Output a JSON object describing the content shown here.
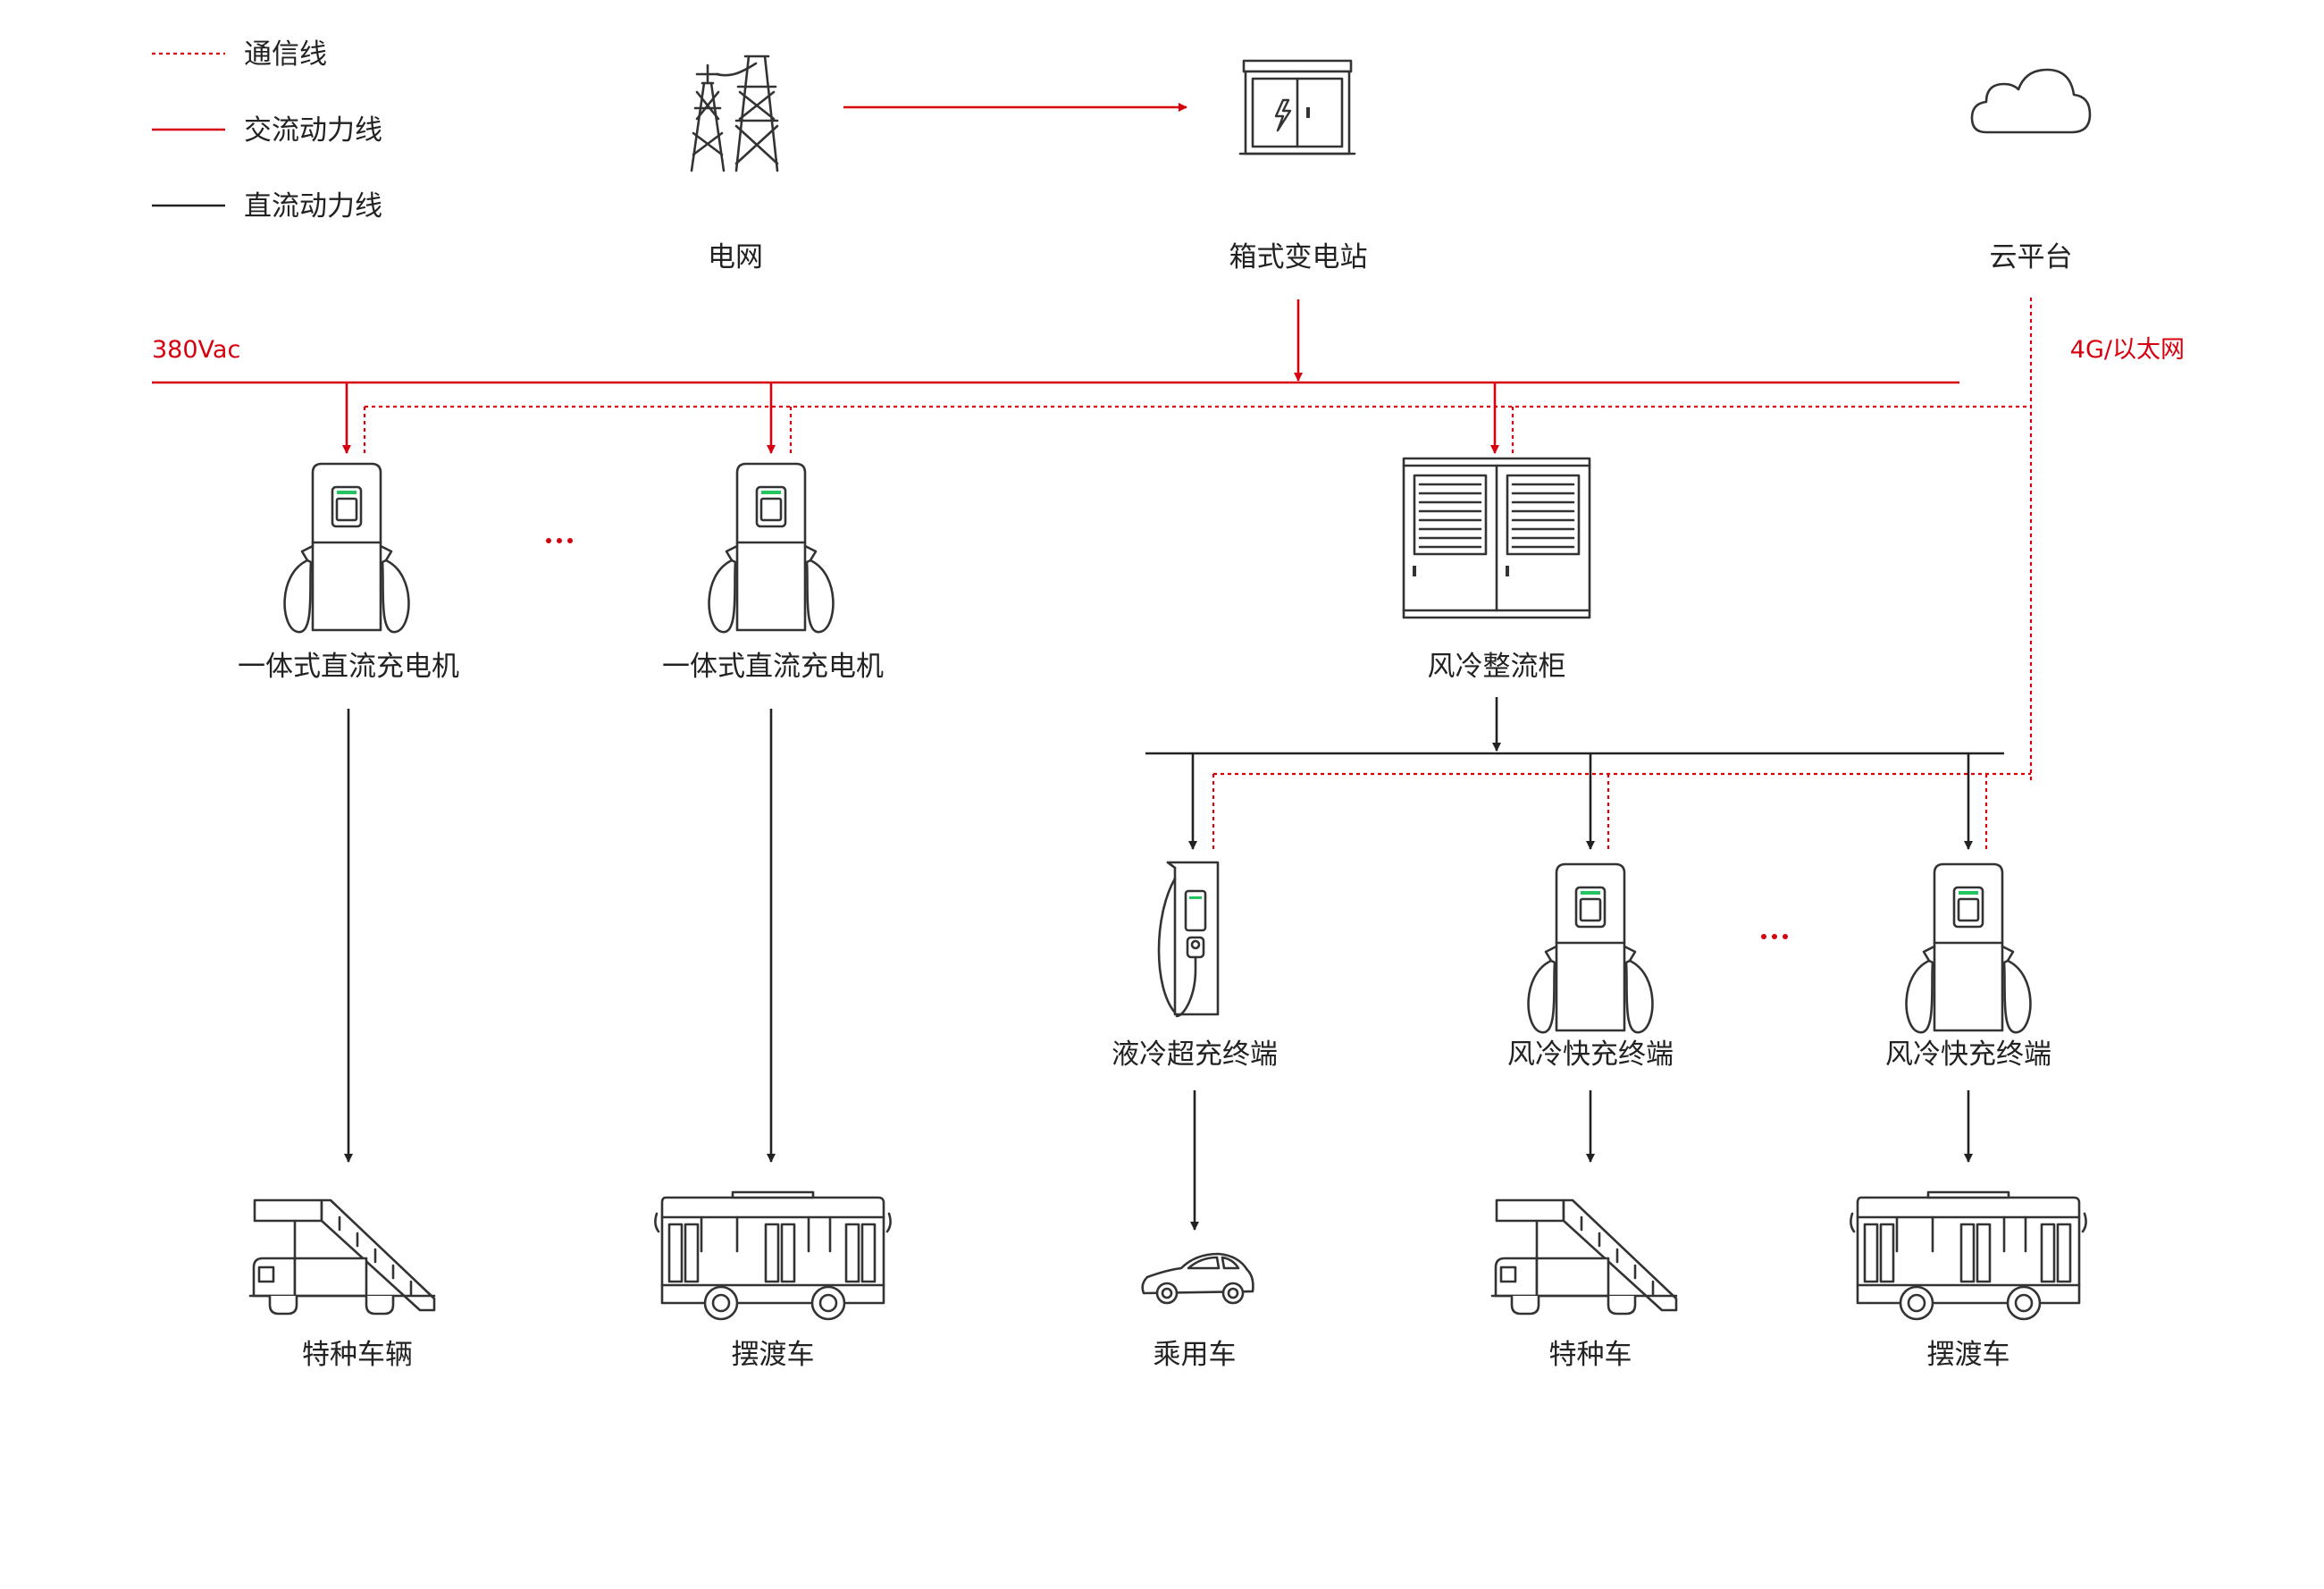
{
  "legend": {
    "communication": "通信线",
    "ac_power": "交流动力线",
    "dc_power": "直流动力线"
  },
  "top": {
    "grid": "电网",
    "substation": "箱式变电站",
    "cloud": "云平台"
  },
  "bus": {
    "voltage": "380Vac",
    "network": "4G/以太网"
  },
  "equipment": {
    "charger_1": "一体式直流充电机",
    "charger_2": "一体式直流充电机",
    "rectifier": "风冷整流柜",
    "liquid_terminal": "液冷超充终端",
    "air_terminal_1": "风冷快充终端",
    "air_terminal_2": "风冷快充终端"
  },
  "vehicles": {
    "special_vehicle": "特种车辆",
    "shuttle_1": "摆渡车",
    "passenger_car": "乘用车",
    "special": "特种车",
    "shuttle_2": "摆渡车"
  },
  "colors": {
    "accent_red": "#d7000f",
    "line_dark": "#222222",
    "indicator_green": "#22c55e"
  }
}
